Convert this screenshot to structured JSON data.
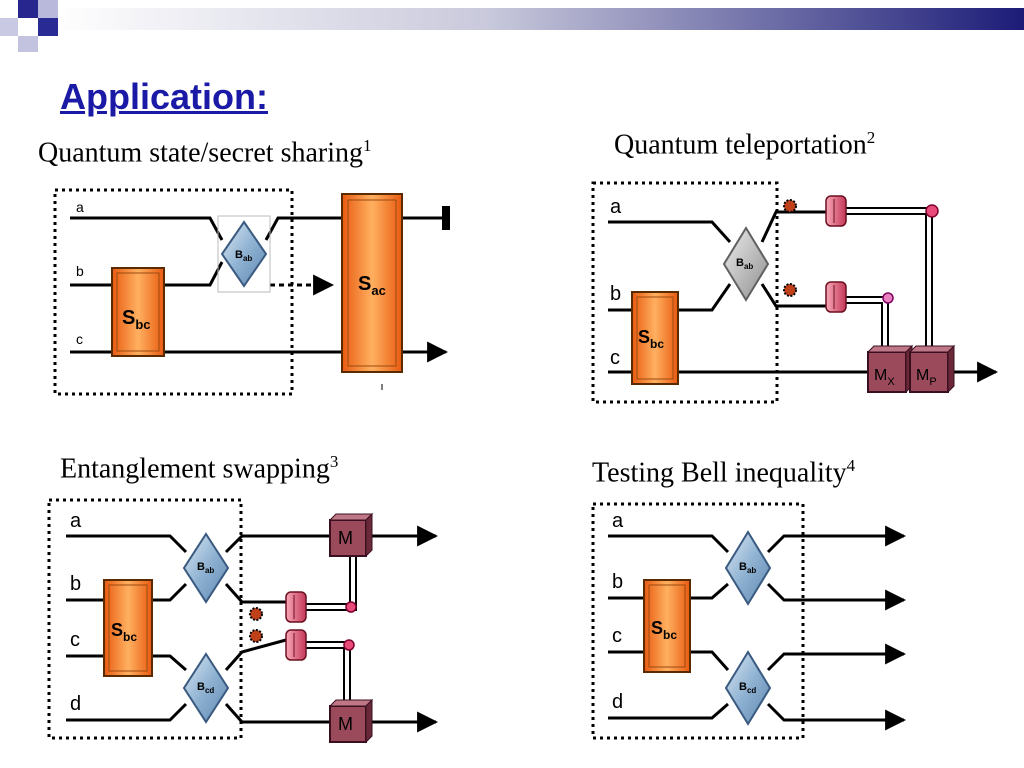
{
  "slide": {
    "title": "Application:"
  },
  "panels": [
    {
      "title": "Quantum state/secret sharing",
      "ref": "1",
      "wires": [
        "a",
        "b",
        "c"
      ],
      "source": "S",
      "source_sub": "bc",
      "bell": {
        "main": "B",
        "sub": "ab"
      },
      "big_box": {
        "main": "S",
        "sub": "ac"
      }
    },
    {
      "title": "Quantum teleportation",
      "ref": "2",
      "wires": [
        "a",
        "b",
        "c"
      ],
      "source": "S",
      "source_sub": "bc",
      "bell": {
        "main": "B",
        "sub": "ab"
      },
      "measure": [
        {
          "main": "M",
          "sub": "X"
        },
        {
          "main": "M",
          "sub": "P"
        }
      ]
    },
    {
      "title": "Entanglement swapping",
      "ref": "3",
      "wires": [
        "a",
        "b",
        "c",
        "d"
      ],
      "source": "S",
      "source_sub": "bc",
      "bell": [
        {
          "main": "B",
          "sub": "ab"
        },
        {
          "main": "B",
          "sub": "cd"
        }
      ],
      "measure": [
        {
          "main": "M"
        },
        {
          "main": "M"
        }
      ]
    },
    {
      "title": "Testing Bell inequality",
      "ref": "4",
      "wires": [
        "a",
        "b",
        "c",
        "d"
      ],
      "source": "S",
      "source_sub": "bc",
      "bell": [
        {
          "main": "B",
          "sub": "ab"
        },
        {
          "main": "B",
          "sub": "cd"
        }
      ]
    }
  ]
}
